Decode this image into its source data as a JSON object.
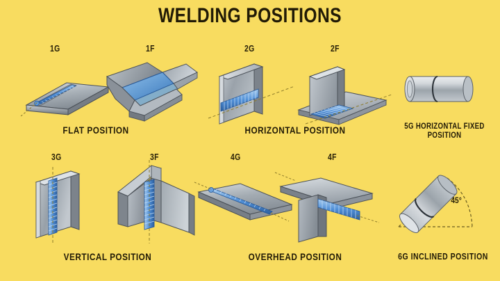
{
  "page": {
    "title": "WELDING POSITIONS",
    "background_color": "#F8DC60",
    "text_color": "#211a06",
    "metal_color": "#9aa3ab",
    "weld_color": "#4f8ed6"
  },
  "figures": [
    {
      "tag": "1G",
      "kind": "flat-plate-groove"
    },
    {
      "tag": "1F",
      "kind": "flat-fillet-vee"
    },
    {
      "tag": "2G",
      "kind": "vertical-plate-horizontal-weld"
    },
    {
      "tag": "2F",
      "kind": "horizontal-tee-fillet"
    },
    {
      "tag": "3G",
      "kind": "vertical-plate-vertical-weld"
    },
    {
      "tag": "3F",
      "kind": "vertical-corner-fillet"
    },
    {
      "tag": "4G",
      "kind": "overhead-plate-groove"
    },
    {
      "tag": "4F",
      "kind": "overhead-tee-fillet"
    }
  ],
  "captions": [
    {
      "id": "flat",
      "text": "FLAT POSITION"
    },
    {
      "id": "horizontal",
      "text": "HORIZONTAL POSITION"
    },
    {
      "id": "pipe_5g_line1",
      "text": "5G HORIZONTAL FIXED"
    },
    {
      "id": "pipe_5g_line2",
      "text": "POSITION"
    },
    {
      "id": "vertical",
      "text": "VERTICAL POSITION"
    },
    {
      "id": "overhead",
      "text": "OVERHEAD POSITION"
    },
    {
      "id": "pipe_6g",
      "text": "6G INCLINED POSITION"
    }
  ],
  "annotations": {
    "incline_angle": "45°"
  }
}
